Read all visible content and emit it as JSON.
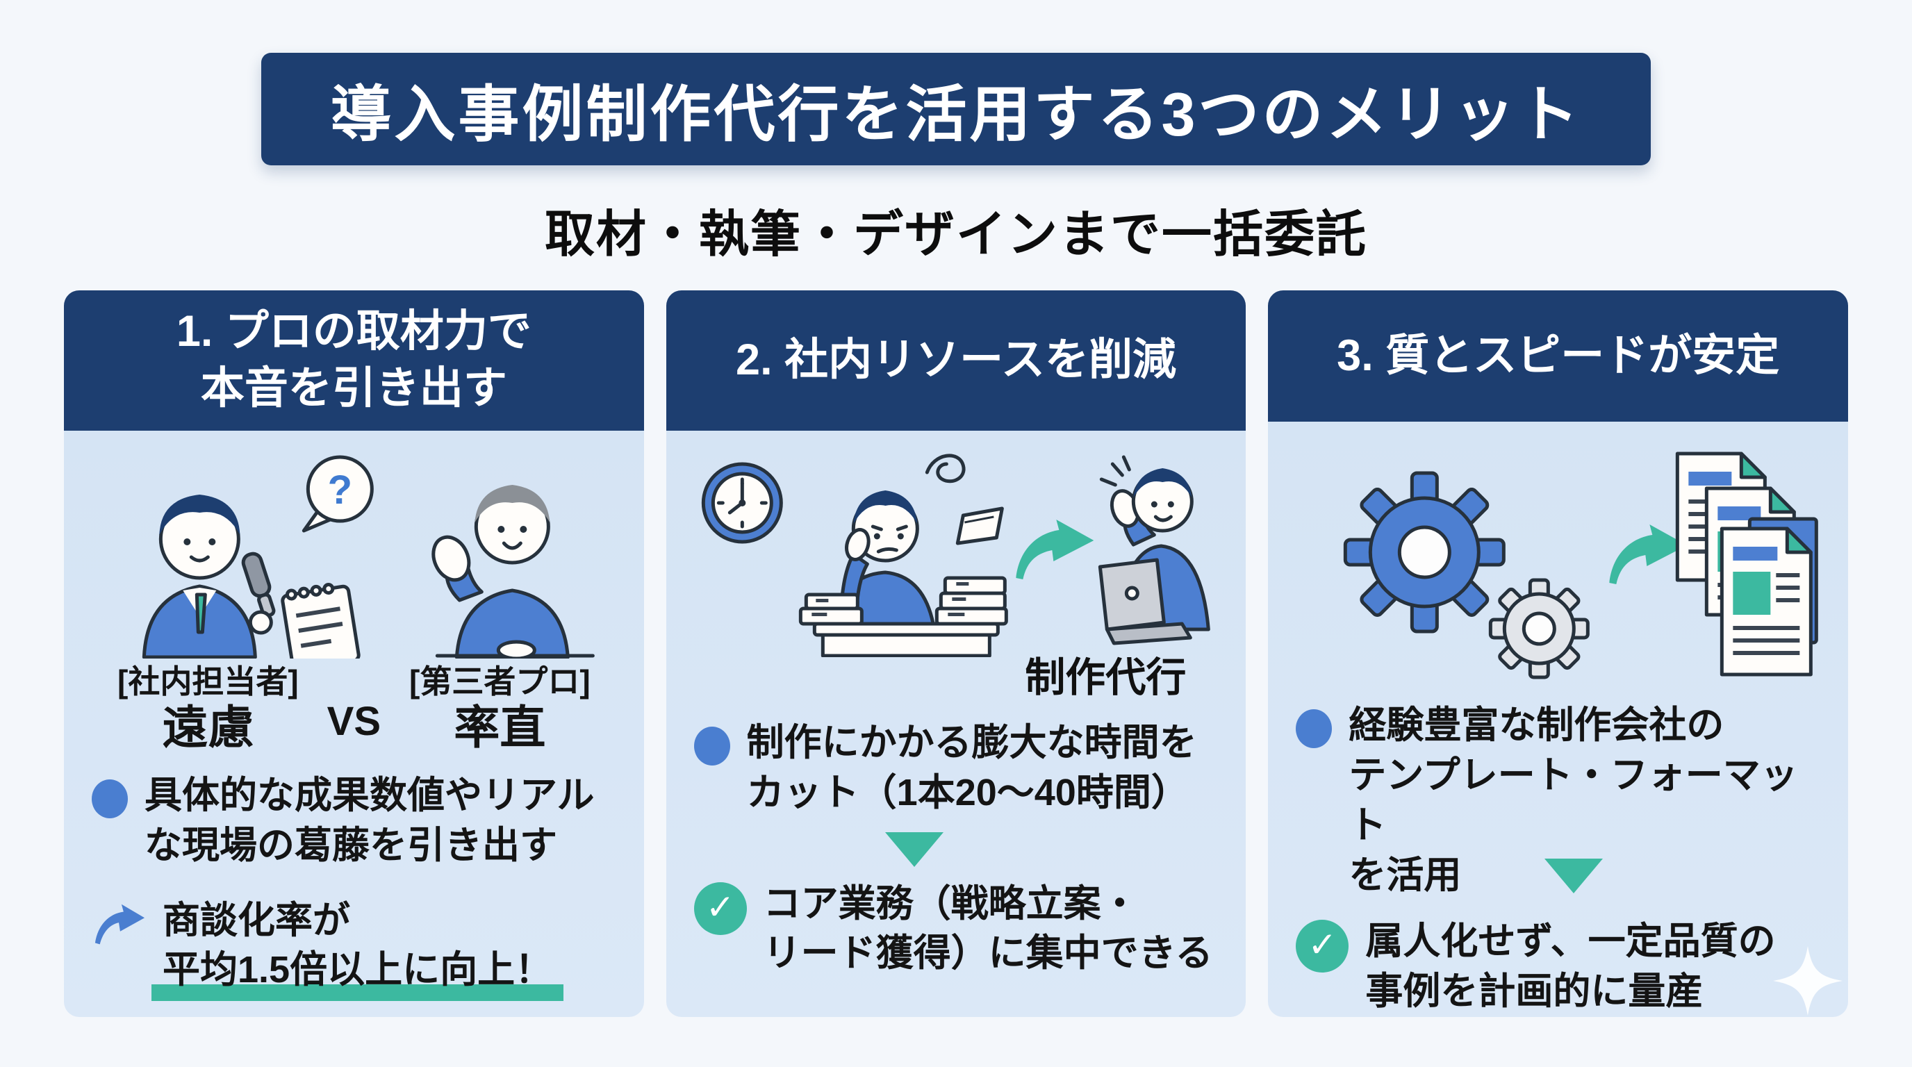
{
  "title": "導入事例制作代行を活用する3つのメリット",
  "subtitle": "取材・執筆・デザインまで一括委託",
  "colors": {
    "navy": "#1d3e70",
    "panel_bg": "#d7e5f4",
    "teal": "#3cb9a0",
    "blue": "#4a7ed0",
    "page_bg": "#f4f7fb",
    "text": "#141414"
  },
  "icons": {
    "question_mark": "?",
    "check_mark": "✓"
  },
  "panels": [
    {
      "header_lines": [
        "1. プロの取材力で",
        "本音を引き出す"
      ],
      "vs": {
        "left_tag": "[社内担当者]",
        "left_word": "遠慮",
        "label": "VS",
        "right_tag": "[第三者プロ]",
        "right_word": "率直"
      },
      "bullets": [
        {
          "style": "dot",
          "lines": [
            "具体的な成果数値やリアル",
            "な現場の葛藤を引き出す"
          ]
        },
        {
          "style": "arrow",
          "lines": [
            "商談化率が",
            "平均1.5倍以上に向上！"
          ]
        }
      ]
    },
    {
      "header_lines": [
        "2. 社内リソースを削減"
      ],
      "illustration_label": "制作代行",
      "bullets": [
        {
          "style": "dot",
          "lines": [
            "制作にかかる膨大な時間を",
            "カット（1本20〜40時間）"
          ]
        },
        {
          "style": "check",
          "lines": [
            "コア業務（戦略立案・",
            "リード獲得）に集中できる"
          ]
        }
      ]
    },
    {
      "header_lines": [
        "3. 質とスピードが安定"
      ],
      "bullets": [
        {
          "style": "dot",
          "lines": [
            "経験豊富な制作会社の",
            "テンプレート・フォーマット",
            "を活用"
          ]
        },
        {
          "style": "check",
          "lines": [
            "属人化せず、一定品質の",
            "事例を計画的に量産"
          ]
        }
      ]
    }
  ]
}
